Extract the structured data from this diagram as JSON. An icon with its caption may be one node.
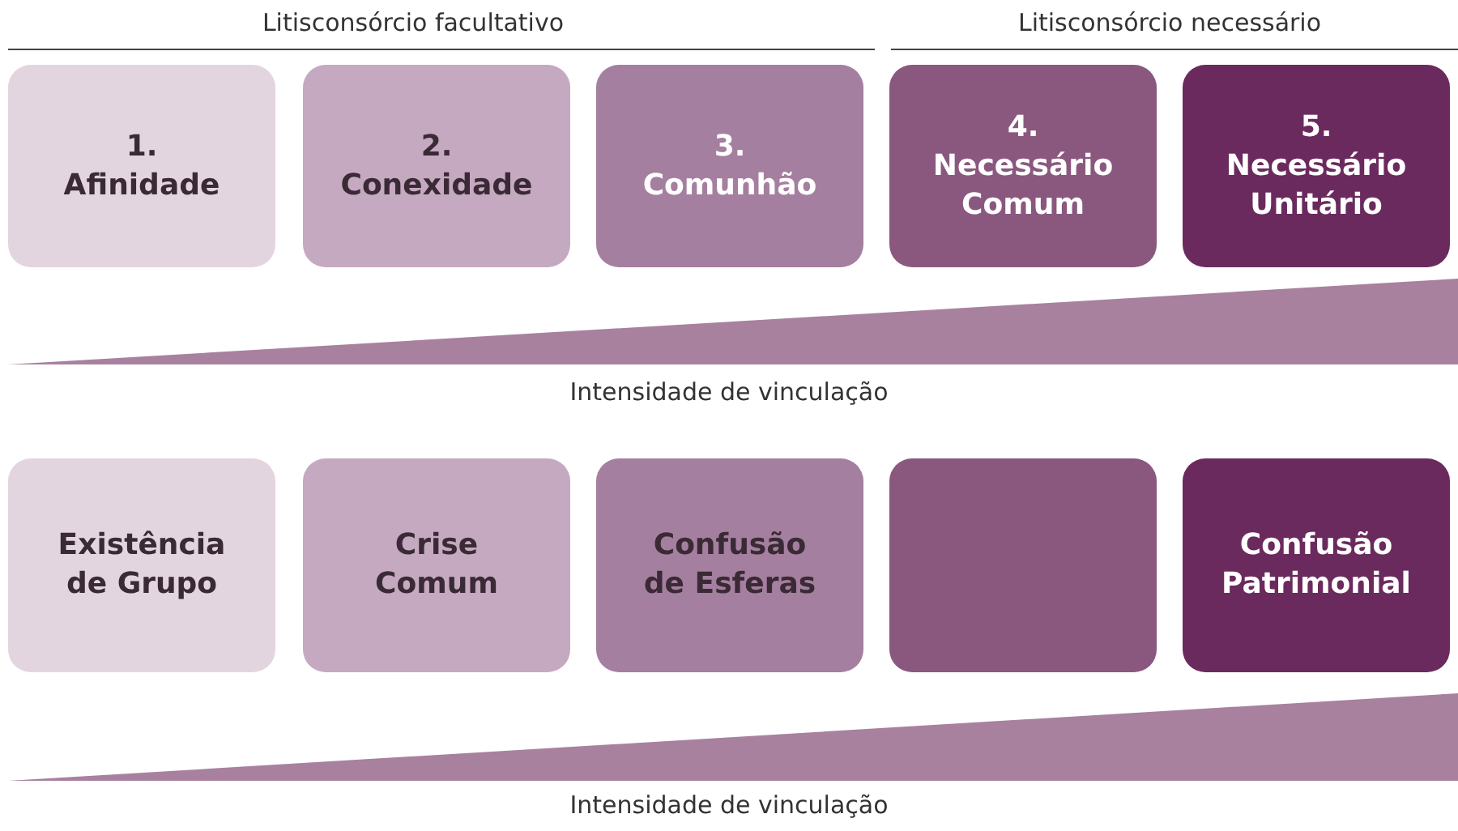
{
  "diagram": {
    "nodes": [
      {
        "text": [
          "1. Afinidade"
        ]
      },
      {
        "text": [
          "2. Conexidade"
        ]
      },
      {
        "text": [
          "3. Comunhão"
        ]
      },
      {
        "text": [
          "4. Necessário Comum"
        ]
      },
      {
        "text": [
          "5. Necessário Unitário"
        ]
      },
      {
        "text": [
          "Existência de Grupo"
        ]
      },
      {
        "text": [
          "Crise Comum"
        ]
      },
      {
        "text": [
          "Confusão de Esferas"
        ]
      },
      {
        "text": [],
        "shape": "box"
      },
      {
        "text": [
          "Confusão Patrimonial"
        ]
      }
    ],
    "edges": [],
    "labels": [
      "Litisconsórcio facultativo",
      "Litisconsórcio necessário",
      "Intensidade de vinculação",
      "Intensidade de vinculação"
    ]
  }
}
